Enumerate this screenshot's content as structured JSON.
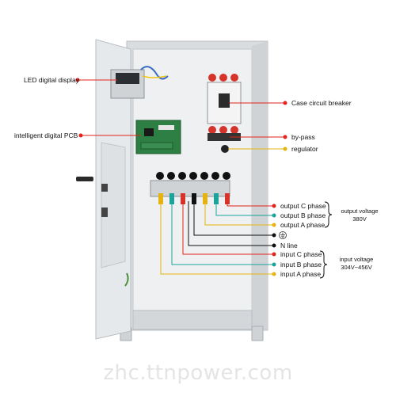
{
  "labels": {
    "led_display": "LED digital display",
    "pcb": "intelligent digital PCB",
    "breaker": "Case circuit breaker",
    "bypass": "by-pass",
    "regulator": "regulator",
    "out_c": "output C phase",
    "out_b": "output B phase",
    "out_a": "output A phase",
    "n_line": "N line",
    "in_c": "input C phase",
    "in_b": "input B phase",
    "in_a": "input A phase"
  },
  "groups": {
    "output_voltage_title": "output voltage",
    "output_voltage_value": "380V",
    "input_voltage_title": "input voltage",
    "input_voltage_value": "304V~456V"
  },
  "watermark": "zhc.ttnpower.com",
  "colors": {
    "marker_red": "#e0231c",
    "marker_teal": "#19a39a",
    "marker_yellow": "#e5b411",
    "marker_black": "#111111",
    "cabinet": "#dfe3e6",
    "door": "#e9ecee",
    "pcb_green": "#2e7f43"
  }
}
